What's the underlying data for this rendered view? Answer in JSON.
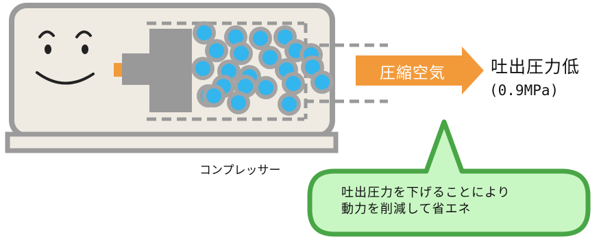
{
  "compressor": {
    "label": "コンプレッサー"
  },
  "output": {
    "arrow_label": "圧縮空気",
    "pressure_title": "吐出圧力低",
    "pressure_value": "(0.9MPa)"
  },
  "callout": {
    "lines": [
      "吐出圧力を下げることにより",
      "動力を削減して省エネ"
    ]
  },
  "colors": {
    "compressor_fill": "#efebe3",
    "compressor_stroke": "#9b9b9b",
    "piston": "#999999",
    "particle_ring": "#a3a3a3",
    "particle_core": "#33b5ee",
    "arrow_orange": "#f29a3a",
    "callout_fill": "#c9f7c4",
    "callout_stroke": "#49a646"
  }
}
